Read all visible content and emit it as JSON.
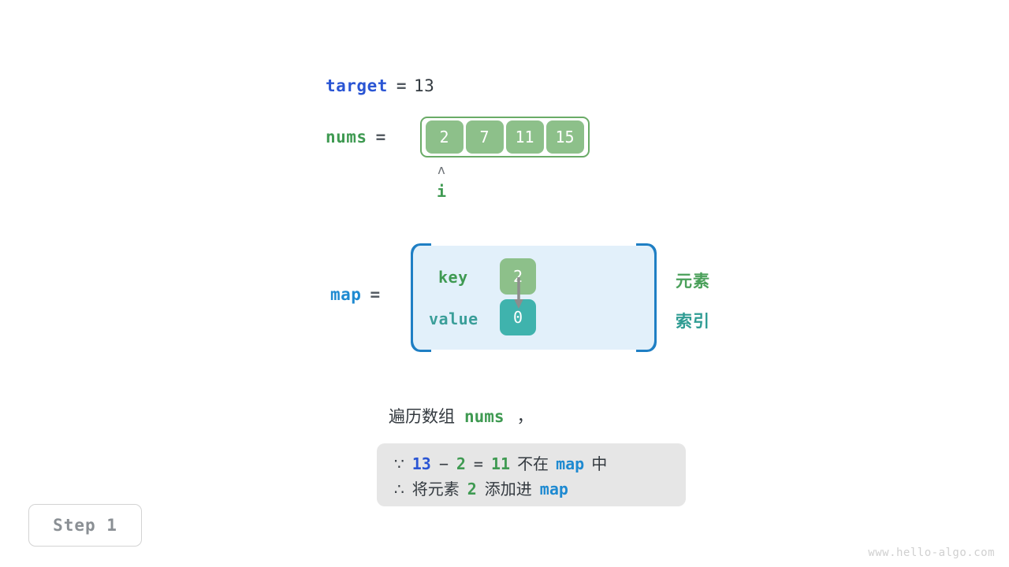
{
  "target": {
    "name": "target",
    "equals": "=",
    "value": "13"
  },
  "nums": {
    "name": "nums",
    "equals": "=",
    "values": [
      "2",
      "7",
      "11",
      "15"
    ]
  },
  "pointer": {
    "caret": "ʌ",
    "label": "i",
    "index": 0
  },
  "map": {
    "name": "map",
    "equals": "=",
    "key_label": "key",
    "value_label": "value",
    "entries": [
      {
        "key": "2",
        "value": "0"
      }
    ],
    "side_labels": {
      "element": "元素",
      "index": "索引"
    }
  },
  "caption": {
    "prefix": "遍历数组",
    "code": "nums",
    "suffix": "，"
  },
  "reason": {
    "line1": {
      "symbol": "∵",
      "a": "13",
      "minus": "−",
      "b": "2",
      "eq": "=",
      "result": "11",
      "text": "不在",
      "map": "map",
      "tail": "中"
    },
    "line2": {
      "symbol": "∴",
      "text1": "将元素",
      "elem": "2",
      "text2": "添加进",
      "map": "map"
    }
  },
  "step": {
    "label": "Step 1"
  },
  "watermark": {
    "text": "www.hello-algo.com"
  },
  "colors": {
    "target_blue": "#2a55d4",
    "map_blue": "#1e8ad1",
    "green": "#3f9a52",
    "cell_green": "#8dc08a",
    "teal": "#3fb3ad",
    "gray_text": "#33393f",
    "box_bg": "#e6e6e6",
    "map_bg": "#e2f0fa"
  }
}
